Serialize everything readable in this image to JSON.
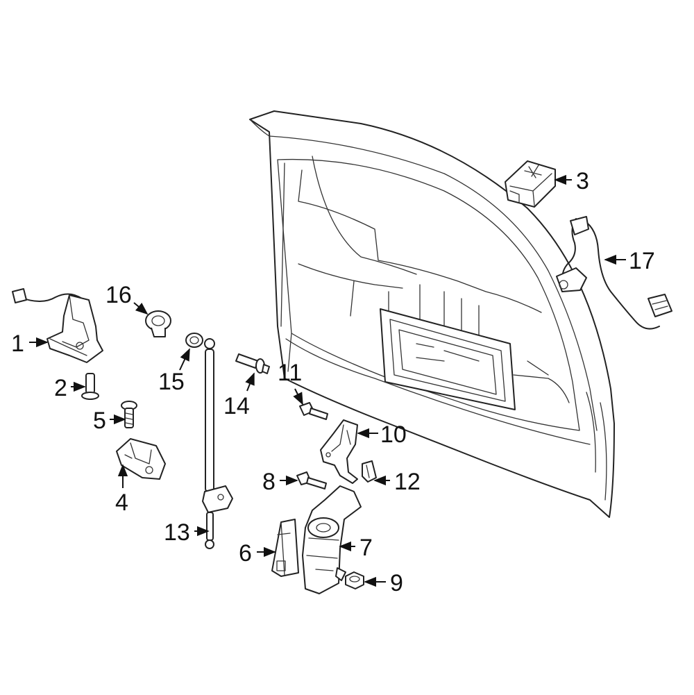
{
  "callouts": {
    "c1": "1",
    "c2": "2",
    "c3": "3",
    "c4": "4",
    "c5": "5",
    "c6": "6",
    "c7": "7",
    "c8": "8",
    "c9": "9",
    "c10": "10",
    "c11": "11",
    "c12": "12",
    "c13": "13",
    "c14": "14",
    "c15": "15",
    "c16": "16",
    "c17": "17"
  },
  "colors": {
    "line": "#222222",
    "background": "#ffffff"
  }
}
